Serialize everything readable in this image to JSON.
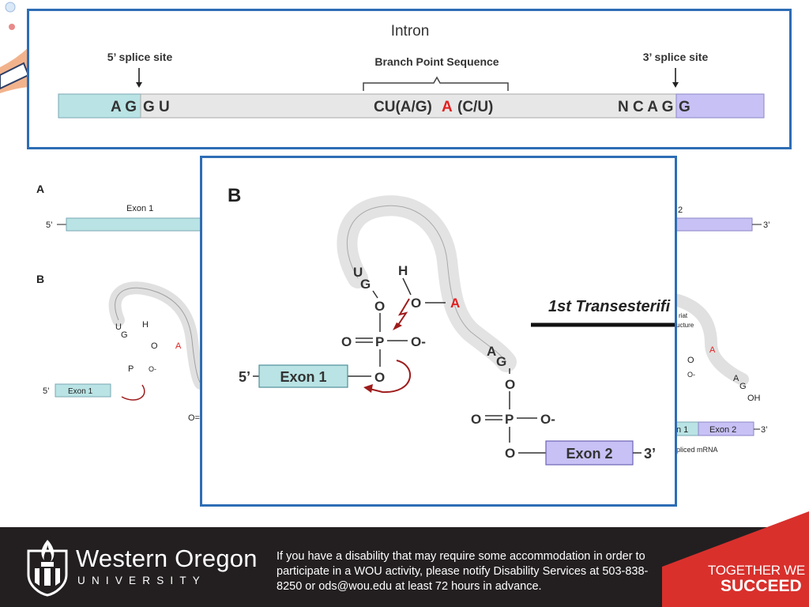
{
  "top_panel": {
    "title": "Intron",
    "five_prime_label": "5’ splice site",
    "branch_label": "Branch Point Sequence",
    "three_prime_label": "3’ splice site",
    "seq_left_a": "A G",
    "seq_left_b": "G U",
    "seq_mid_a": "CU(A/G)",
    "seq_mid_b": "A",
    "seq_mid_c": "(C/U)",
    "seq_right_a": "N C A G",
    "seq_right_b": "G"
  },
  "bg_fig": {
    "label_a": "A",
    "label_b": "B",
    "exon1": "Exon 1",
    "exon2_partial": "2",
    "five": "5’",
    "three": "3’",
    "u": "U",
    "g": "G",
    "h": "H",
    "o": "O",
    "a_red": "A",
    "p": "P",
    "o_minus": "O-",
    "five_b": "5’",
    "exon1_b": "Exon 1",
    "o_eq": "O=",
    "riat": "riat",
    "ucture": "ucture",
    "a_right": "A",
    "o_r1": "O",
    "o_r2": "O-",
    "a_r": "A",
    "g_r": "G",
    "oh_r": "OH",
    "exon_1_frag": "n 1",
    "exon_2_r": "Exon 2",
    "three_r": "3’",
    "spliced": "pliced mRNA"
  },
  "main_panel": {
    "label": "B",
    "transesterification": "1st Transesterifi",
    "sup": "st",
    "u": "U",
    "g": "G",
    "h": "H",
    "o": "O",
    "a_red": "A",
    "p": "P",
    "o_minus": "O-",
    "o_left": "O",
    "exon1": "Exon 1",
    "five": "5’",
    "a2": "A",
    "g2": "G",
    "exon2": "Exon 2",
    "three": "3’"
  },
  "footer": {
    "university_name": "Western Oregon",
    "university_sub": "UNIVERSITY",
    "notice": "If you have a disability that may require some accommodation in order to participate in a WOU activity, please notify Disability Services at 503-838-8250 or ods@wou.edu at least 72 hours in advance.",
    "tagline_1": "TOGETHER WE",
    "tagline_2": "SUCCEED"
  },
  "colors": {
    "panel_border": "#2e6db5",
    "exon_teal": "#b9e3e4",
    "exon_purple": "#c7c1f5",
    "intron_gray": "#e7e7e7",
    "accent_red": "#e02020",
    "arrow_dark_red": "#9e1c1c",
    "footer_bg": "#231f20",
    "footer_red": "#d9302c"
  }
}
